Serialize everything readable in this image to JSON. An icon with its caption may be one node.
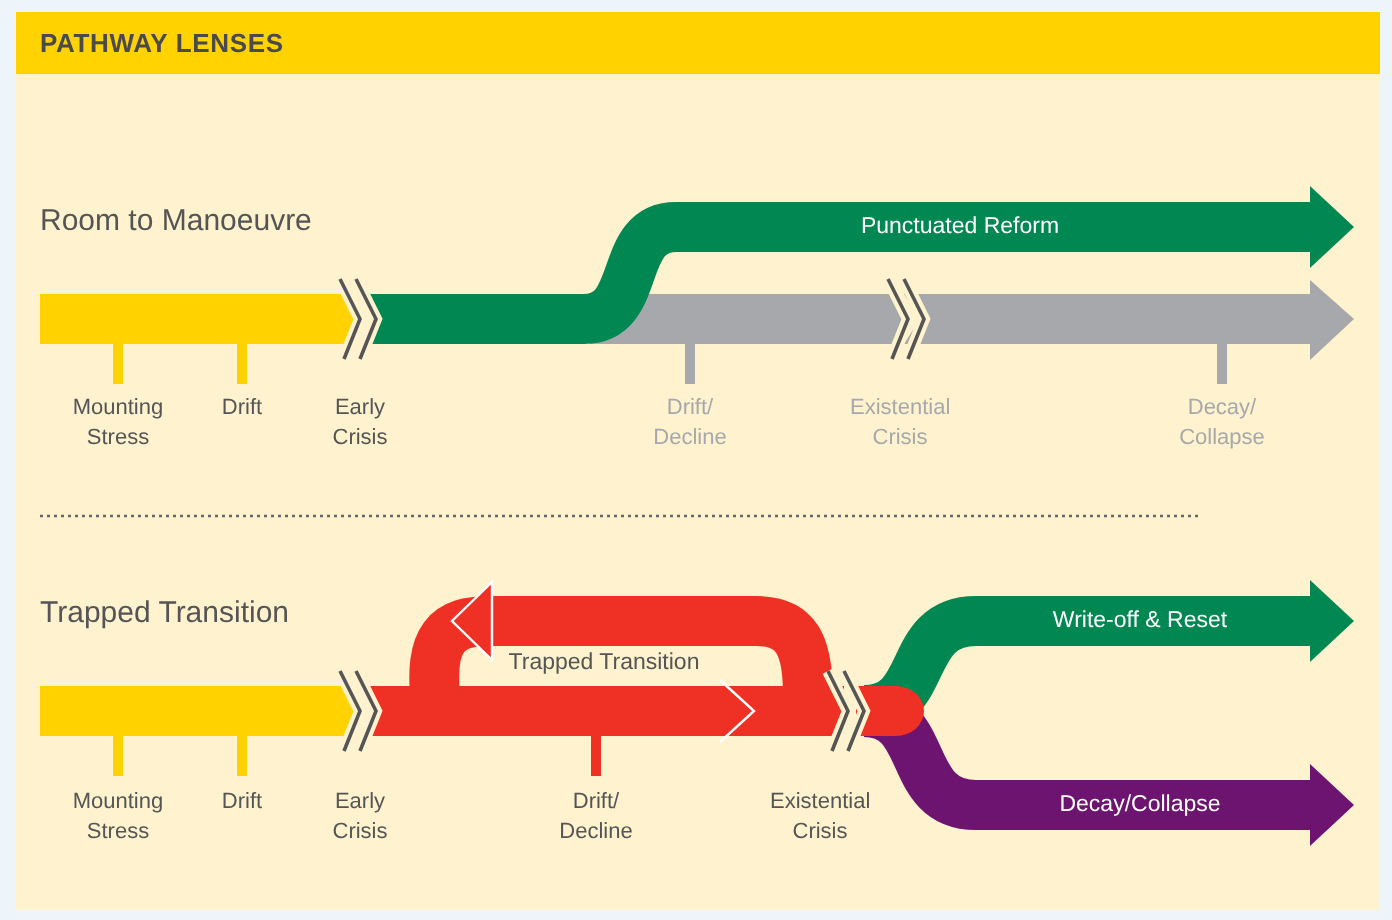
{
  "diagram": {
    "title": "PATHWAY LENSES",
    "nodes": [
      {
        "text": [
          "Punctuated Reform"
        ]
      },
      {
        "text": [
          "Trapped Transition"
        ]
      },
      {
        "text": [
          "Write-off & Reset"
        ]
      },
      {
        "text": [
          "Decay/Collapse"
        ]
      }
    ],
    "labels": [
      "Room to Manoeuvre",
      "Mounting Stress",
      "Drift",
      "Early Crisis",
      "Drift/ Decline",
      "Existential Crisis",
      "Decay/ Collapse",
      "Trapped Transition",
      "Mounting Stress",
      "Drift",
      "Early Crisis",
      "Drift/ Decline",
      "Existential Crisis"
    ]
  }
}
